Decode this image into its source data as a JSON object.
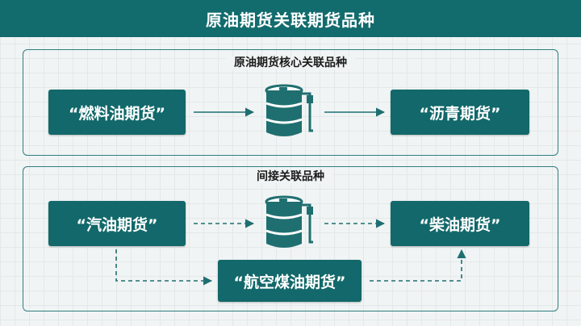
{
  "header": {
    "title": "原油期货关联期货品种"
  },
  "sections": {
    "core": {
      "title": "原油期货核心关联品种",
      "left_node": "“燃料油期货”",
      "right_node": "“沥青期货”",
      "center_icon": "oil-barrel-icon"
    },
    "indirect": {
      "title": "间接关联品种",
      "left_node": "“汽油期货”",
      "right_node": "“柴油期货”",
      "bottom_node": "“航空煤油期货”",
      "center_icon": "oil-barrel-icon"
    }
  },
  "colors": {
    "primary": "#126b6d",
    "node": "#12686a",
    "line": "#1f6f71",
    "background": "#f1f4f4"
  }
}
